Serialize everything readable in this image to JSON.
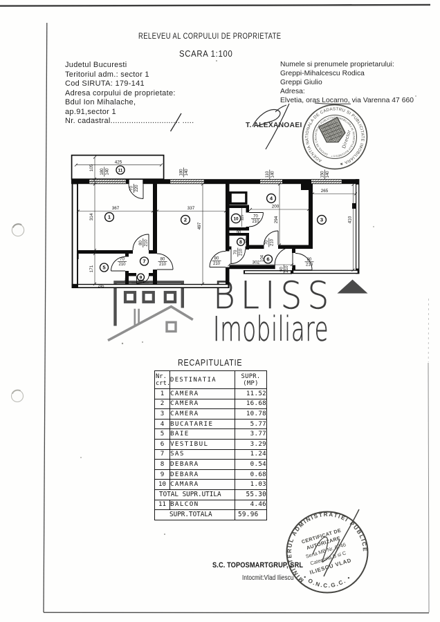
{
  "page": {
    "title": "RELEVEU AL CORPULUI DE PROPRIETATE",
    "scale_label": "SCARA 1:100"
  },
  "identification": {
    "left": [
      "Judetul Bucuresti",
      "Teritoriul adm.: sector 1",
      "Cod SIRUTA: 179-141",
      "Adresa corpului de proprietate:",
      "Bdul Ion Mihalache,",
      "ap.91,sector  1",
      "Nr. cadastral..............................        ....."
    ],
    "right": [
      "Numele si prenumele proprietarului:",
      "Greppi-Mihalcescu Rodica",
      "Greppi Giulio",
      "Adresa:",
      "Elvetia, oras Locarno,  via Varenna 47 660"
    ],
    "signature_name": "T. ALEXANOAEI"
  },
  "plan": {
    "rooms": {
      "r1": "1",
      "r2": "2",
      "r3": "3",
      "r4": "4",
      "r5": "5",
      "r6": "6",
      "r7": "7",
      "r8": "8",
      "r9": "9",
      "r10": "10",
      "r11": "11"
    },
    "dims": {
      "balcony_w": "425",
      "balcony_h": "105",
      "room1_w": "367",
      "room1_h": "314",
      "room2_w": "337",
      "room2_h": "497",
      "room3_w": "265",
      "room3_h": "410",
      "kitchen_w": "200",
      "kitchen_h": "294",
      "bath_w": "245",
      "bath_h": "171",
      "camara_h": "115",
      "camara_w": "90",
      "deb9_w": "119",
      "deb9_h": "51",
      "deb8_h": "50",
      "vest_w": "302",
      "vest_h": "104"
    },
    "windows": {
      "w1": {
        "w": "180",
        "h": "140"
      },
      "w2": {
        "w": "180",
        "h": "140"
      },
      "w3": {
        "w": "110",
        "h": "140"
      },
      "w4": {
        "w": "150",
        "h": "140"
      }
    },
    "doors": {
      "balcony": {
        "w": "70",
        "h": "220"
      },
      "room1": {
        "w": "80",
        "h": "210"
      },
      "bath": {
        "w": "70",
        "h": "210"
      },
      "room2a": {
        "w": "80",
        "h": "210"
      },
      "room2b": {
        "w": "80",
        "h": "210"
      },
      "camara": {
        "w": "70",
        "h": "210"
      },
      "deb8": {
        "w": "70",
        "h": "210"
      },
      "kitchen": {
        "w": "70",
        "h": "210"
      },
      "entry": {
        "w": "90",
        "h": "210"
      },
      "room3": {
        "w": "80",
        "h": "210"
      }
    }
  },
  "watermark": {
    "brand": "BLISS",
    "subbrand": "Imobiliare"
  },
  "recap": {
    "title": "RECAPITULATIE",
    "header": {
      "col1a": "Nr.",
      "col1b": "crt.",
      "col2": "DESTINATIA",
      "col3a": "SUPR.",
      "col3b": "(MP)"
    },
    "rows": [
      {
        "nr": "1",
        "dest": "CAMERA",
        "mp": "11.52"
      },
      {
        "nr": "2",
        "dest": "CAMERA",
        "mp": "16.68"
      },
      {
        "nr": "3",
        "dest": "CAMERA",
        "mp": "10.78"
      },
      {
        "nr": "4",
        "dest": "BUCATARIE",
        "mp": "5.77"
      },
      {
        "nr": "5",
        "dest": "BAIE",
        "mp": "3.77"
      },
      {
        "nr": "6",
        "dest": "VESTIBUL",
        "mp": "3.29"
      },
      {
        "nr": "7",
        "dest": "SAS",
        "mp": "1.24"
      },
      {
        "nr": "8",
        "dest": "DEBARA",
        "mp": "0.54"
      },
      {
        "nr": "9",
        "dest": "DEBARA",
        "mp": "0.68"
      },
      {
        "nr": "10",
        "dest": "CAMARA",
        "mp": "1.03"
      }
    ],
    "total_label": "TOTAL SUPR.UTILA",
    "total_value": "55.30",
    "balcony": {
      "nr": "11",
      "dest": "BALCON",
      "mp": "4.46"
    },
    "grand_label": "SUPR.TOTALA",
    "grand_value": "59.96"
  },
  "footer": {
    "company": "S.C. TOPOSMARTGRUP, SRL",
    "author": "Intocmit:Vlad Iliescu"
  },
  "stamps": {
    "top": {
      "outer_ring": "AGENTIA NATIONALA DE CADASTRU SI PUBLICITATE IMOBILIARA ★ ",
      "inner_ring": "OFICIUL DE CADASTRU SI PUBLICITATE IMOBILIARA AL MUNICIPIULUI BUCURESTI * ",
      "role": "Director"
    },
    "bottom": {
      "ring_top": "MINISTERUL ADMINISTRATIEI PUBLICE",
      "ring_bottom": "•   O.N.C.G.C.   •",
      "line1": "CERTIFICAT DE",
      "line2": "AUTORIZARE",
      "line3": "Seria MB Nr. 0746",
      "line4": "Categoria B si C",
      "line5": "ILIESCU VLAD"
    }
  }
}
